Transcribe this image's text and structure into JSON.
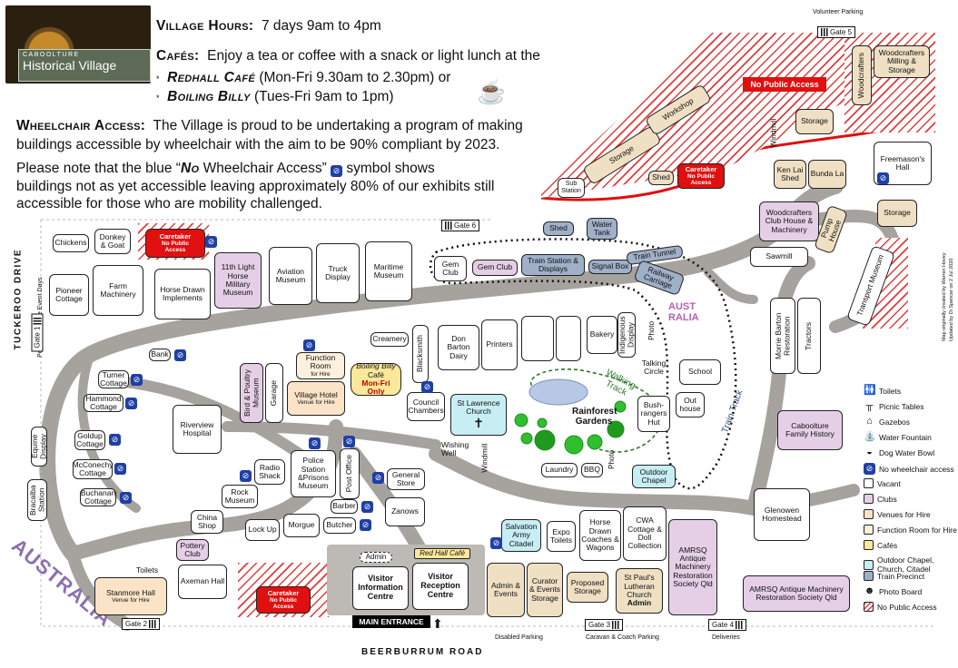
{
  "logo": {
    "line1": "CABOOLTURE",
    "line2": "Historical Village"
  },
  "header": {
    "hours_title": "Village Hours:",
    "hours_text": "7 days 9am to 4pm",
    "cafes_title": "Cafés:",
    "cafes_text": "Enjoy a tea or coffee with a snack or light lunch at the",
    "cafe1_name": "Redhall Café",
    "cafe1_hours": "(Mon-Fri 9.30am to 2.30pm) or",
    "cafe2_name": "Boiling Billy",
    "cafe2_hours": "(Tues-Fri 9am to 1pm)",
    "wheel_title": "Wheelchair Access:",
    "wheel_text1": "The Village is proud to be undertaking a program of making",
    "wheel_text2": "buildings accessible by wheelchair with the aim to be 90% compliant by 2023.",
    "note1a": "Please note that the blue “",
    "note1b": "No",
    "note1c": " Wheelchair Access”",
    "note1d": " symbol shows",
    "note2": "buildings not as yet accessible leaving approximately 80% of our exhibits still",
    "note3": "accessible for those who are mobility challenged."
  },
  "roads": {
    "west": "TUCKEROO DRIVE",
    "south": "BEERBURRUM ROAD",
    "pedestrian": "Pedestrian Gate Event Days",
    "train_track": "Train Track",
    "walking_track": "Walking Track"
  },
  "gates": [
    "Gate 1",
    "Gate 2",
    "Gate 3",
    "Gate 4",
    "Gate 5",
    "Gate 6"
  ],
  "parking": {
    "volunteer": "Volunteer Parking",
    "disabled": "Disabled Parking",
    "caravan": "Caravan & Coach Parking",
    "deliveries": "Deliveries"
  },
  "credits": {
    "line1": "Map originally created by Warren Hovey",
    "line2": "Updated by Di Spencer on 2 Jul 2020"
  },
  "no_public_access": "No Public Access",
  "caretaker": {
    "title": "Caretaker",
    "sub1": "No Public",
    "sub2": "Access"
  },
  "main_entrance": "MAIN ENTRANCE",
  "australia_west": "AUSTRALIA",
  "australia_train": "AUSTRALIA",
  "buildings": {
    "chickens": "Chickens",
    "donkey": "Donkey & Goat",
    "mil": "11th Light Horse Military Museum",
    "aviation": "Aviation Museum",
    "truck": "Truck Display",
    "maritime": "Maritime Museum",
    "pioneer": "Pioneer Cottage",
    "farm": "Farm Machinery",
    "horsedrawn": "Horse Drawn Implements",
    "bank": "Bank",
    "turner": "Turner Cottage",
    "hammond": "Hammond Cottage",
    "goldup": "Goldup Cottage",
    "mcconechy": "McConechy Cottage",
    "buchanan": "Buchanan Cottage",
    "equine": "Equine Display",
    "bracalba": "Bracalba Station",
    "riverview": "Riverview Hospital",
    "birdpoultry": "Bird & Poultry Museum",
    "garage": "Garage",
    "function_room": "Function Room",
    "for_hire": "for Hire",
    "village_hotel": "Village Hotel",
    "venue_for_hire": "Venue for Hire",
    "boilingbilly": "Boiling Billy",
    "cafe": "Café",
    "monfri": "Mon-Fri Only",
    "creamery": "Creamery",
    "blacksmith": "Blacksmith",
    "donbarton": "Don Barton Dairy",
    "printers": "Printers",
    "bakery": "Bakery",
    "indigenous": "Indigenous Display",
    "photo": "Photo",
    "council": "Council Chambers",
    "stlawrence": "St Lawrence Church",
    "wishingwell": "Wishing Well",
    "windmill": "Windmill",
    "rainforest": "Rainforest Gardens",
    "talking": "Talking Circle",
    "school": "School",
    "outhouse": "Out house",
    "bushrangers": "Bush-rangers Hut",
    "laundry": "Laundry",
    "bbq": "BBQ",
    "outdoor_chapel": "Outdoor Chapel",
    "radioshack": "Radio Shack",
    "police": "Police Station &Prisons Museum",
    "postoffice": "Post Office",
    "generalstore": "General Store",
    "rockmuseum": "Rock Museum",
    "chinashop": "China Shop",
    "lockup": "Lock Up",
    "morgue": "Morgue",
    "barber": "Barber",
    "butcher": "Butcher",
    "zanows": "Zanows",
    "pottery": "Pottery Club",
    "axeman": "Axeman Hall",
    "toilets": "Toilets",
    "stanmore": "Stanmore Hall",
    "admin": "Admin",
    "visitor_info": "Visitor Information Centre",
    "redhall": "Red Hall Café",
    "visitor_reception": "Visitor Reception Centre",
    "salvation": "Salvation Army Citadel",
    "expo": "Expo Toilets",
    "horsecoaches": "Horse Drawn Coaches & Wagons",
    "cwa": "CWA Cottage & Doll Collection",
    "amrsq_lg": "AMRSQ Antique Machinery Restoration Society Qld",
    "admin_events": "Admin & Events",
    "curator": "Curator & Events Storage",
    "proposed": "Proposed Storage",
    "stpauls": "St Paul's Lutheran Church",
    "stpauls_admin": "Admin",
    "glenowen": "Glenowen Homestead",
    "caboolture_fh": "Caboolture Family History",
    "amrsq_wide": "AMRSQ Antique Machinery Restoration Society Qld",
    "gemclub1": "Gem Club",
    "gemclub2": "Gem Club",
    "trainstation": "Train Station & Displays",
    "signalbox": "Signal Box",
    "shed": "Shed",
    "watertank": "Water Tank",
    "traintunnel": "Train Tunnel",
    "railwaycarriage": "Railway Carriage",
    "storage_long": "Storage",
    "workshop": "Workshop",
    "substation": "Sub Station",
    "shed2": "Shed",
    "storage_ne": "Storage",
    "windmill_ne": "Windmill",
    "woodcrafters_v": "Woodcrafters",
    "woodcrafters_mill": "Woodcrafters Milling & Storage",
    "kenlai": "Ken Lai Shed",
    "bundala": "Bunda La",
    "freemasons": "Freemason's Hall",
    "woodcrafters_club": "Woodcrafters Club House & Machinery",
    "pumphouse": "Pump House",
    "storage_e": "Storage",
    "sawmill": "Sawmill",
    "transport": "Transport Museum",
    "morrie": "Morrie Barton Restoration",
    "tractors": "Tractors"
  },
  "legend": [
    {
      "label": "Toilets",
      "icon": "toilet-icon"
    },
    {
      "label": "Picnic Tables",
      "icon": "picnic-table-icon"
    },
    {
      "label": "Gazebos",
      "icon": "gazebo-icon"
    },
    {
      "label": "Water Fountain",
      "icon": "water-fountain-icon"
    },
    {
      "label": "Dog Water Bowl",
      "icon": "dog-bowl-icon"
    },
    {
      "label": "No wheelchair access",
      "icon": "no-wheelchair-icon"
    },
    {
      "label": "Vacant",
      "color": "#ffffff"
    },
    {
      "label": "Clubs",
      "color": "#e5cfe6"
    },
    {
      "label": "Venues for Hire",
      "color": "#fbe3c8"
    },
    {
      "label": "Function Room for Hire",
      "color": "#fdf0dc"
    },
    {
      "label": "Cafés",
      "color": "#fbe89a"
    },
    {
      "label": "Outdoor Chapel, Church, Citadel",
      "color": "#c7eef4"
    },
    {
      "label": "Train Precinct",
      "color": "#9fb0c8"
    },
    {
      "label": "Photo Board",
      "icon": "photo-board-icon"
    },
    {
      "label": "No Public Access",
      "icon": "no-access-hatch"
    }
  ],
  "colors": {
    "path": "#a6a29d",
    "hatch": "#e23b3b",
    "wheelchair": "#1f3fa6",
    "noaccess": "#e01010",
    "tree": "#2fbf2f"
  }
}
